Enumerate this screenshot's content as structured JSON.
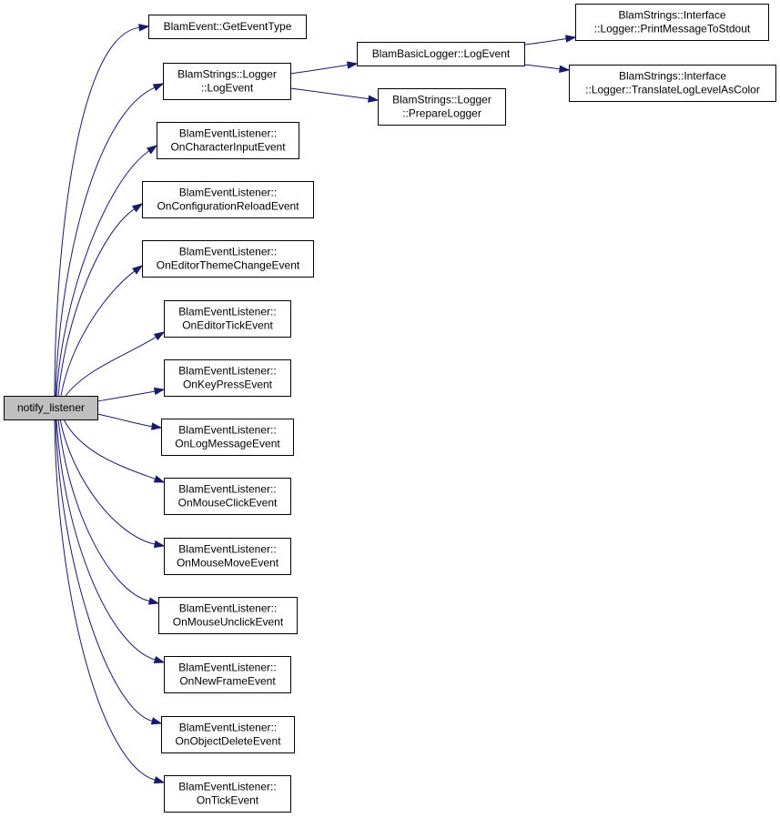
{
  "diagram": {
    "edge_color": "#191970",
    "root_fill": "#bfbfbf",
    "nodes": [
      {
        "id": "notify_listener",
        "lines": [
          "notify_listener"
        ],
        "root": true
      },
      {
        "id": "get_event_type",
        "lines": [
          "BlamEvent::GetEventType"
        ]
      },
      {
        "id": "strings_logger_log_event",
        "lines": [
          "BlamStrings::Logger",
          "::LogEvent"
        ]
      },
      {
        "id": "basic_logger_log_event",
        "lines": [
          "BlamBasicLogger::LogEvent"
        ]
      },
      {
        "id": "prepare_logger",
        "lines": [
          "BlamStrings::Logger",
          "::PrepareLogger"
        ]
      },
      {
        "id": "print_message_to_stdout",
        "lines": [
          "BlamStrings::Interface",
          "::Logger::PrintMessageToStdout"
        ]
      },
      {
        "id": "translate_log_level_as_color",
        "lines": [
          "BlamStrings::Interface",
          "::Logger::TranslateLogLevelAsColor"
        ]
      },
      {
        "id": "on_character_input_event",
        "lines": [
          "BlamEventListener::",
          "OnCharacterInputEvent"
        ]
      },
      {
        "id": "on_configuration_reload_event",
        "lines": [
          "BlamEventListener::",
          "OnConfigurationReloadEvent"
        ]
      },
      {
        "id": "on_editor_theme_change_event",
        "lines": [
          "BlamEventListener::",
          "OnEditorThemeChangeEvent"
        ]
      },
      {
        "id": "on_editor_tick_event",
        "lines": [
          "BlamEventListener::",
          "OnEditorTickEvent"
        ]
      },
      {
        "id": "on_key_press_event",
        "lines": [
          "BlamEventListener::",
          "OnKeyPressEvent"
        ]
      },
      {
        "id": "on_log_message_event",
        "lines": [
          "BlamEventListener::",
          "OnLogMessageEvent"
        ]
      },
      {
        "id": "on_mouse_click_event",
        "lines": [
          "BlamEventListener::",
          "OnMouseClickEvent"
        ]
      },
      {
        "id": "on_mouse_move_event",
        "lines": [
          "BlamEventListener::",
          "OnMouseMoveEvent"
        ]
      },
      {
        "id": "on_mouse_unclick_event",
        "lines": [
          "BlamEventListener::",
          "OnMouseUnclickEvent"
        ]
      },
      {
        "id": "on_new_frame_event",
        "lines": [
          "BlamEventListener::",
          "OnNewFrameEvent"
        ]
      },
      {
        "id": "on_object_delete_event",
        "lines": [
          "BlamEventListener::",
          "OnObjectDeleteEvent"
        ]
      },
      {
        "id": "on_tick_event",
        "lines": [
          "BlamEventListener::",
          "OnTickEvent"
        ]
      }
    ],
    "edges": [
      {
        "from": "notify_listener",
        "to": "get_event_type"
      },
      {
        "from": "notify_listener",
        "to": "strings_logger_log_event"
      },
      {
        "from": "notify_listener",
        "to": "on_character_input_event"
      },
      {
        "from": "notify_listener",
        "to": "on_configuration_reload_event"
      },
      {
        "from": "notify_listener",
        "to": "on_editor_theme_change_event"
      },
      {
        "from": "notify_listener",
        "to": "on_editor_tick_event"
      },
      {
        "from": "notify_listener",
        "to": "on_key_press_event"
      },
      {
        "from": "notify_listener",
        "to": "on_log_message_event"
      },
      {
        "from": "notify_listener",
        "to": "on_mouse_click_event"
      },
      {
        "from": "notify_listener",
        "to": "on_mouse_move_event"
      },
      {
        "from": "notify_listener",
        "to": "on_mouse_unclick_event"
      },
      {
        "from": "notify_listener",
        "to": "on_new_frame_event"
      },
      {
        "from": "notify_listener",
        "to": "on_object_delete_event"
      },
      {
        "from": "notify_listener",
        "to": "on_tick_event"
      },
      {
        "from": "strings_logger_log_event",
        "to": "basic_logger_log_event"
      },
      {
        "from": "strings_logger_log_event",
        "to": "prepare_logger"
      },
      {
        "from": "basic_logger_log_event",
        "to": "print_message_to_stdout"
      },
      {
        "from": "basic_logger_log_event",
        "to": "translate_log_level_as_color"
      }
    ]
  }
}
